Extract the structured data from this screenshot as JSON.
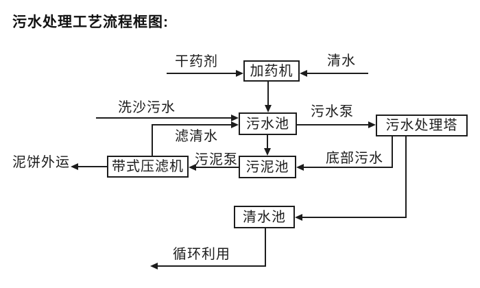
{
  "title": "污水处理工艺流程框图:",
  "colors": {
    "line": "#1c1c1c",
    "background": "#ffffff",
    "text": "#111111"
  },
  "nodes": {
    "dosing_machine": "加药机",
    "sewage_pool": "污水池",
    "treatment_tower": "污水处理塔",
    "sludge_pool": "污泥池",
    "belt_filter_press": "带式压滤机",
    "clean_water_pool": "清水池"
  },
  "edge_labels": {
    "dry_chemical": "干药剂",
    "clean_water": "清水",
    "sand_washing_sewage": "洗沙污水",
    "filtered_water": "滤清水",
    "sewage_pump": "污水泵",
    "bottom_sewage": "底部污水",
    "sludge_pump": "污泥泵",
    "mud_cake_out": "泥饼外运",
    "recycle": "循环利用"
  }
}
